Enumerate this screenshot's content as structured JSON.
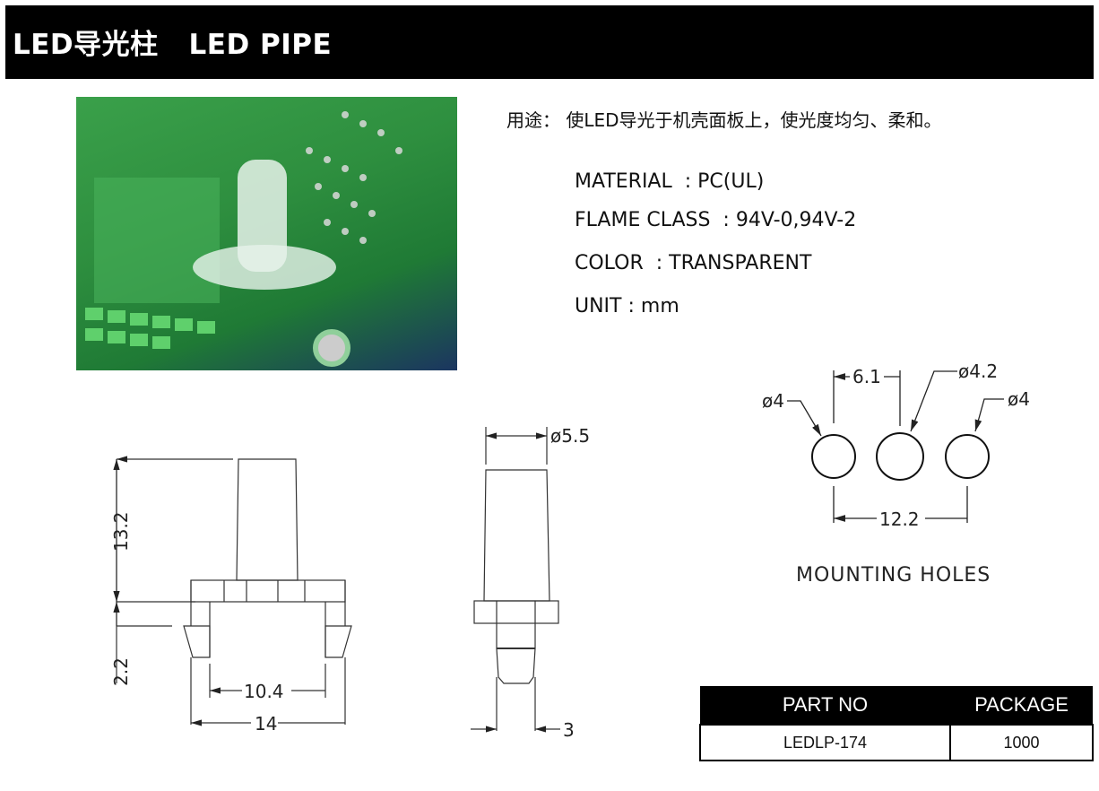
{
  "header": {
    "title": "LED导光柱   LED PIPE"
  },
  "usage": "用途： 使LED导光于机壳面板上，使光度均匀、柔和。",
  "specs": [
    "MATERIAL  : PC(UL)",
    "FLAME CLASS  : 94V-0,94V-2",
    "COLOR  : TRANSPARENT",
    "UNIT : mm"
  ],
  "front_view": {
    "height_top": "13.2",
    "height_bottom": "2.2",
    "inner_width": "10.4",
    "outer_width": "14"
  },
  "side_view": {
    "diameter": "ø5.5",
    "tip_width": "3"
  },
  "mounting_holes": {
    "title": "MOUNTING  HOLES",
    "left_dia": "ø4",
    "center_dia": "ø4.2",
    "right_dia": "ø4",
    "pitch": "6.1",
    "span": "12.2"
  },
  "table": {
    "headers": [
      "PART NO",
      "PACKAGE"
    ],
    "rows": [
      [
        "LEDLP-174",
        "1000"
      ]
    ]
  }
}
